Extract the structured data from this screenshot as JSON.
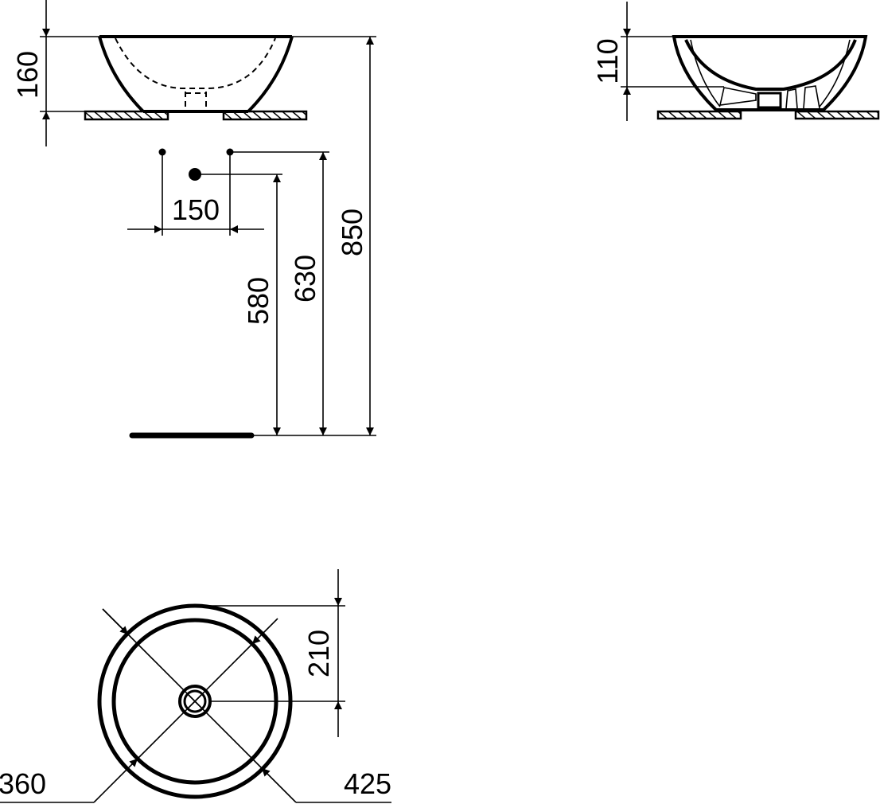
{
  "drawing": {
    "title": "Vessel washbasin technical drawing",
    "units": "mm",
    "side_view": {
      "basin_height": "160",
      "tap_spacing": "150",
      "waste_height": "580",
      "tap_height": "630",
      "rim_height": "850"
    },
    "section_view": {
      "bowl_depth": "110"
    },
    "plan_view": {
      "waste_offset": "210",
      "inner_diameter": "360",
      "outer_diameter": "425"
    }
  }
}
